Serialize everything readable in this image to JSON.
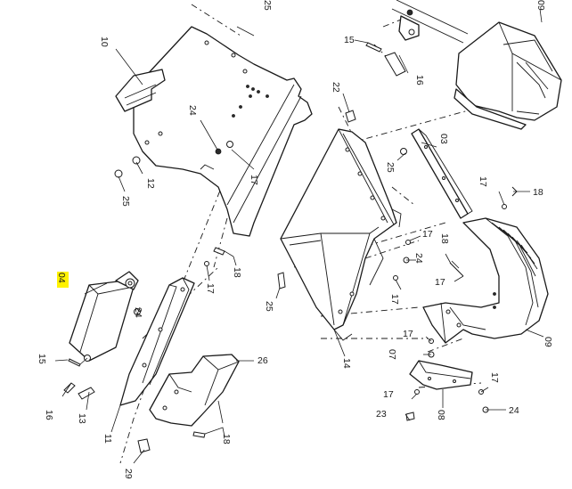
{
  "diagram": {
    "callouts": [
      {
        "id": "c25a",
        "text": "25"
      },
      {
        "id": "c10",
        "text": "10"
      },
      {
        "id": "c15a",
        "text": "15"
      },
      {
        "id": "c16a",
        "text": "16"
      },
      {
        "id": "c09a",
        "text": "09"
      },
      {
        "id": "c22",
        "text": "22"
      },
      {
        "id": "c24a",
        "text": "24"
      },
      {
        "id": "c12",
        "text": "12"
      },
      {
        "id": "c17a",
        "text": "17"
      },
      {
        "id": "c25b",
        "text": "25"
      },
      {
        "id": "c03",
        "text": "03"
      },
      {
        "id": "c25c",
        "text": "25"
      },
      {
        "id": "c17b",
        "text": "17"
      },
      {
        "id": "c18a",
        "text": "18"
      },
      {
        "id": "c17c",
        "text": "17"
      },
      {
        "id": "c18b",
        "text": "18"
      },
      {
        "id": "c24b",
        "text": "24"
      },
      {
        "id": "c18c",
        "text": "18"
      },
      {
        "id": "c17d",
        "text": "17"
      },
      {
        "id": "c17e",
        "text": "17"
      },
      {
        "id": "c04",
        "text": "04",
        "highlighted": true
      },
      {
        "id": "c24c",
        "text": "24"
      },
      {
        "id": "c25d",
        "text": "25"
      },
      {
        "id": "c17f",
        "text": "17"
      },
      {
        "id": "c09b",
        "text": "09"
      },
      {
        "id": "c15b",
        "text": "15"
      },
      {
        "id": "c14",
        "text": "14"
      },
      {
        "id": "c17g",
        "text": "17"
      },
      {
        "id": "c07",
        "text": "07"
      },
      {
        "id": "c26",
        "text": "26"
      },
      {
        "id": "c17h",
        "text": "17"
      },
      {
        "id": "c17i",
        "text": "17"
      },
      {
        "id": "c16b",
        "text": "16"
      },
      {
        "id": "c13",
        "text": "13"
      },
      {
        "id": "c23",
        "text": "23"
      },
      {
        "id": "c08",
        "text": "08"
      },
      {
        "id": "c24d",
        "text": "24"
      },
      {
        "id": "c11",
        "text": "11"
      },
      {
        "id": "c18d",
        "text": "18"
      },
      {
        "id": "c29",
        "text": "29"
      }
    ],
    "highlight_color": "#fff200",
    "line_color": "#1a1a1a"
  }
}
